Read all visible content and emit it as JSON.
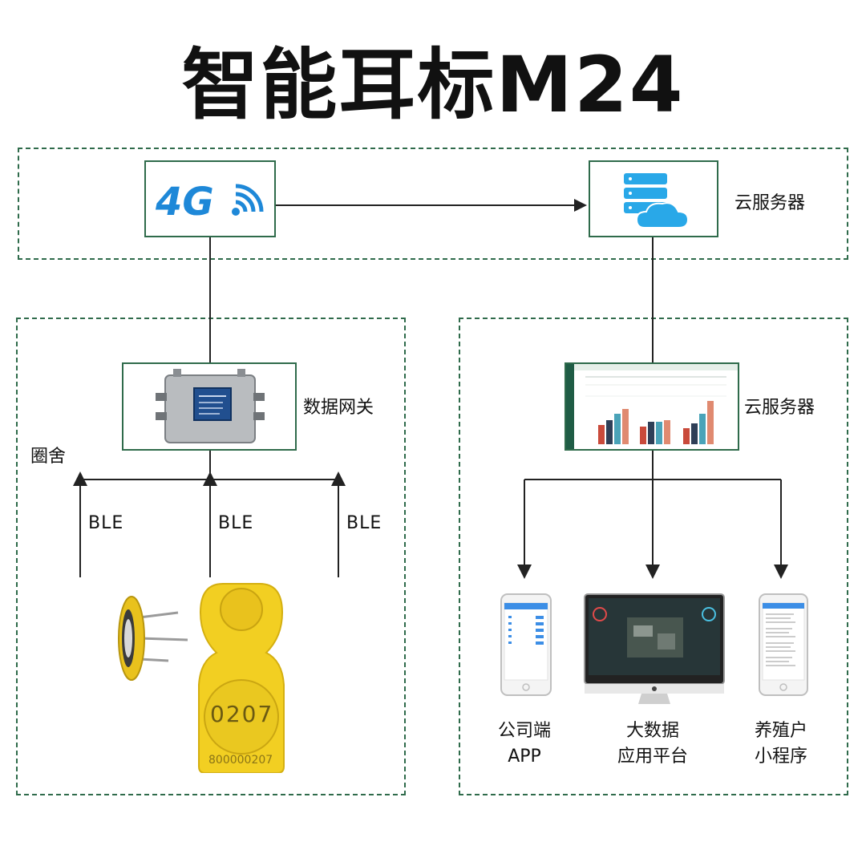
{
  "title": "智能耳标M24",
  "colors": {
    "frame": "#2f6b4b",
    "network_blue": "#1e88d8",
    "tag_yellow": "#f2cf22"
  },
  "top_zone": {
    "network_icon": "4G",
    "server_label": "云服务器"
  },
  "pen_zone": {
    "gateway_label": "数据网关",
    "pen_label": "圈舍",
    "ble_labels": [
      "BLE",
      "BLE",
      "BLE"
    ],
    "ear_tag": {
      "number": "0207",
      "serial": "800000207"
    }
  },
  "platform_zone": {
    "dashboard_label": "云服务器",
    "clients": [
      {
        "line1": "公司端",
        "line2": "APP"
      },
      {
        "line1": "大数据",
        "line2": "应用平台"
      },
      {
        "line1": "养殖户",
        "line2": "小程序"
      }
    ]
  }
}
